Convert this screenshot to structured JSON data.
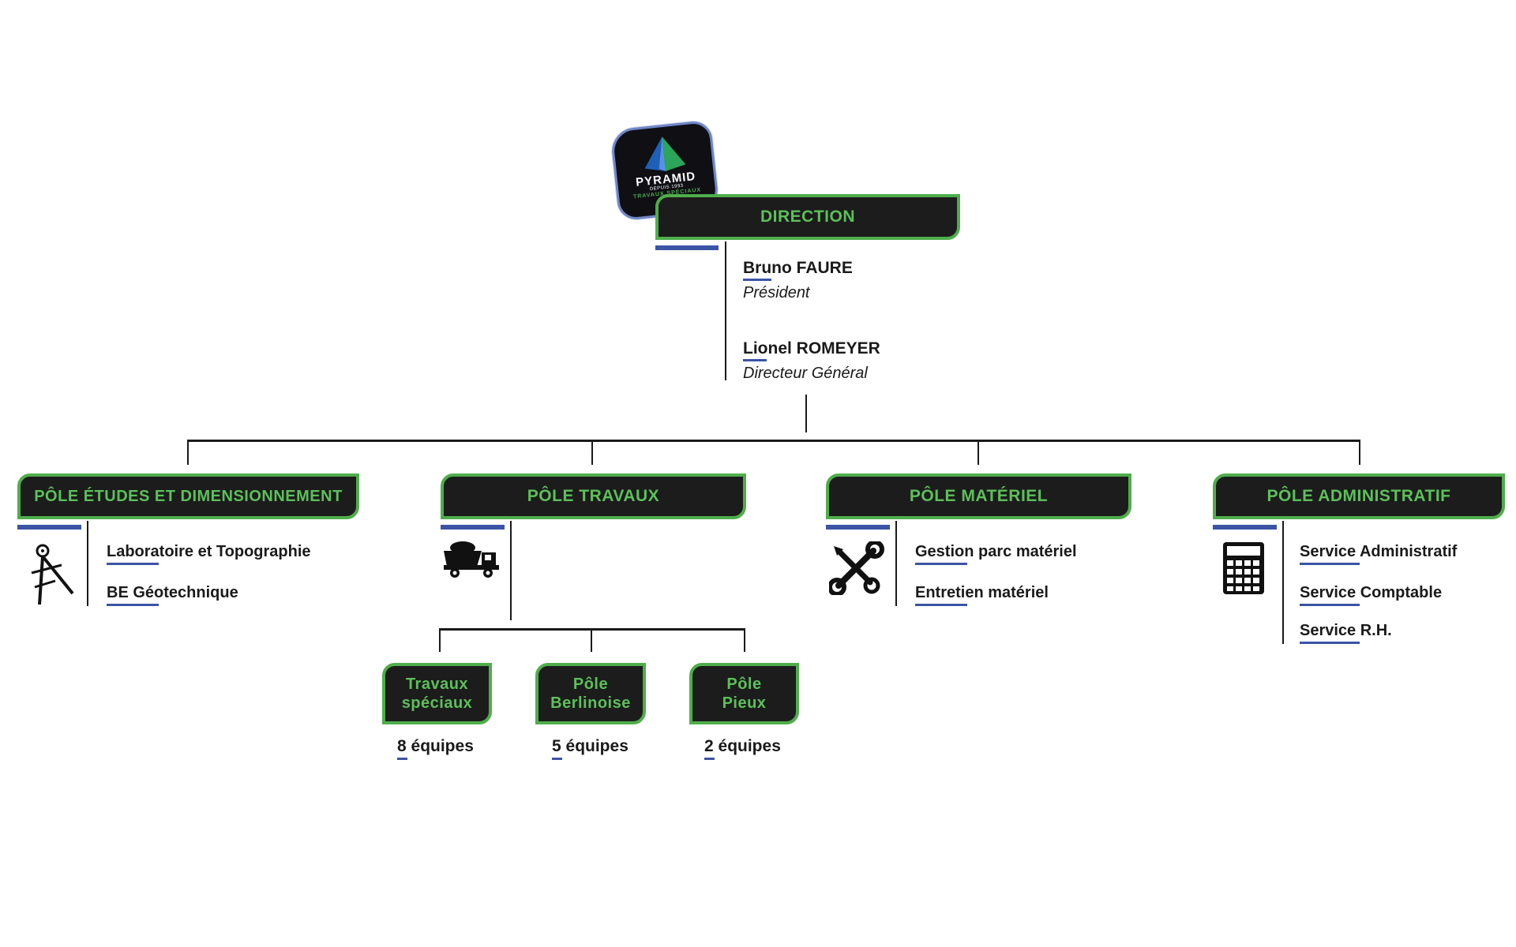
{
  "logo": {
    "brand": "PYRAMID",
    "since": "DEPUIS 1993",
    "tagline": "TRAVAUX SPÉCIAUX"
  },
  "direction": {
    "title": "DIRECTION",
    "people": [
      {
        "name": "Bruno FAURE",
        "role": "Président"
      },
      {
        "name": "Lionel ROMEYER",
        "role": "Directeur Général"
      }
    ]
  },
  "poles": [
    {
      "title": "PÔLE ÉTUDES ET DIMENSIONNEMENT",
      "icon": "drafting-compass-icon",
      "items": [
        "Laboratoire et Topographie",
        "BE Géotechnique"
      ]
    },
    {
      "title": "PÔLE TRAVAUX",
      "icon": "dump-truck-icon",
      "items": []
    },
    {
      "title": "PÔLE MATÉRIEL",
      "icon": "wrench-screwdriver-icon",
      "items": [
        "Gestion parc matériel",
        "Entretien matériel"
      ]
    },
    {
      "title": "PÔLE ADMINISTRATIF",
      "icon": "calculator-icon",
      "items": [
        "Service Administratif",
        "Service Comptable",
        "Service R.H."
      ]
    }
  ],
  "travaux_units": [
    {
      "line1": "Travaux",
      "line2": "spéciaux",
      "teams": "8 équipes"
    },
    {
      "line1": "Pôle",
      "line2": "Berlinoise",
      "teams": "5 équipes"
    },
    {
      "line1": "Pôle",
      "line2": "Pieux",
      "teams": "2 équipes"
    }
  ],
  "colors": {
    "box_fill": "#1c1c1c",
    "box_border": "#4fae4b",
    "box_text": "#5cc05a",
    "accent_blue": "#3b54a5"
  }
}
